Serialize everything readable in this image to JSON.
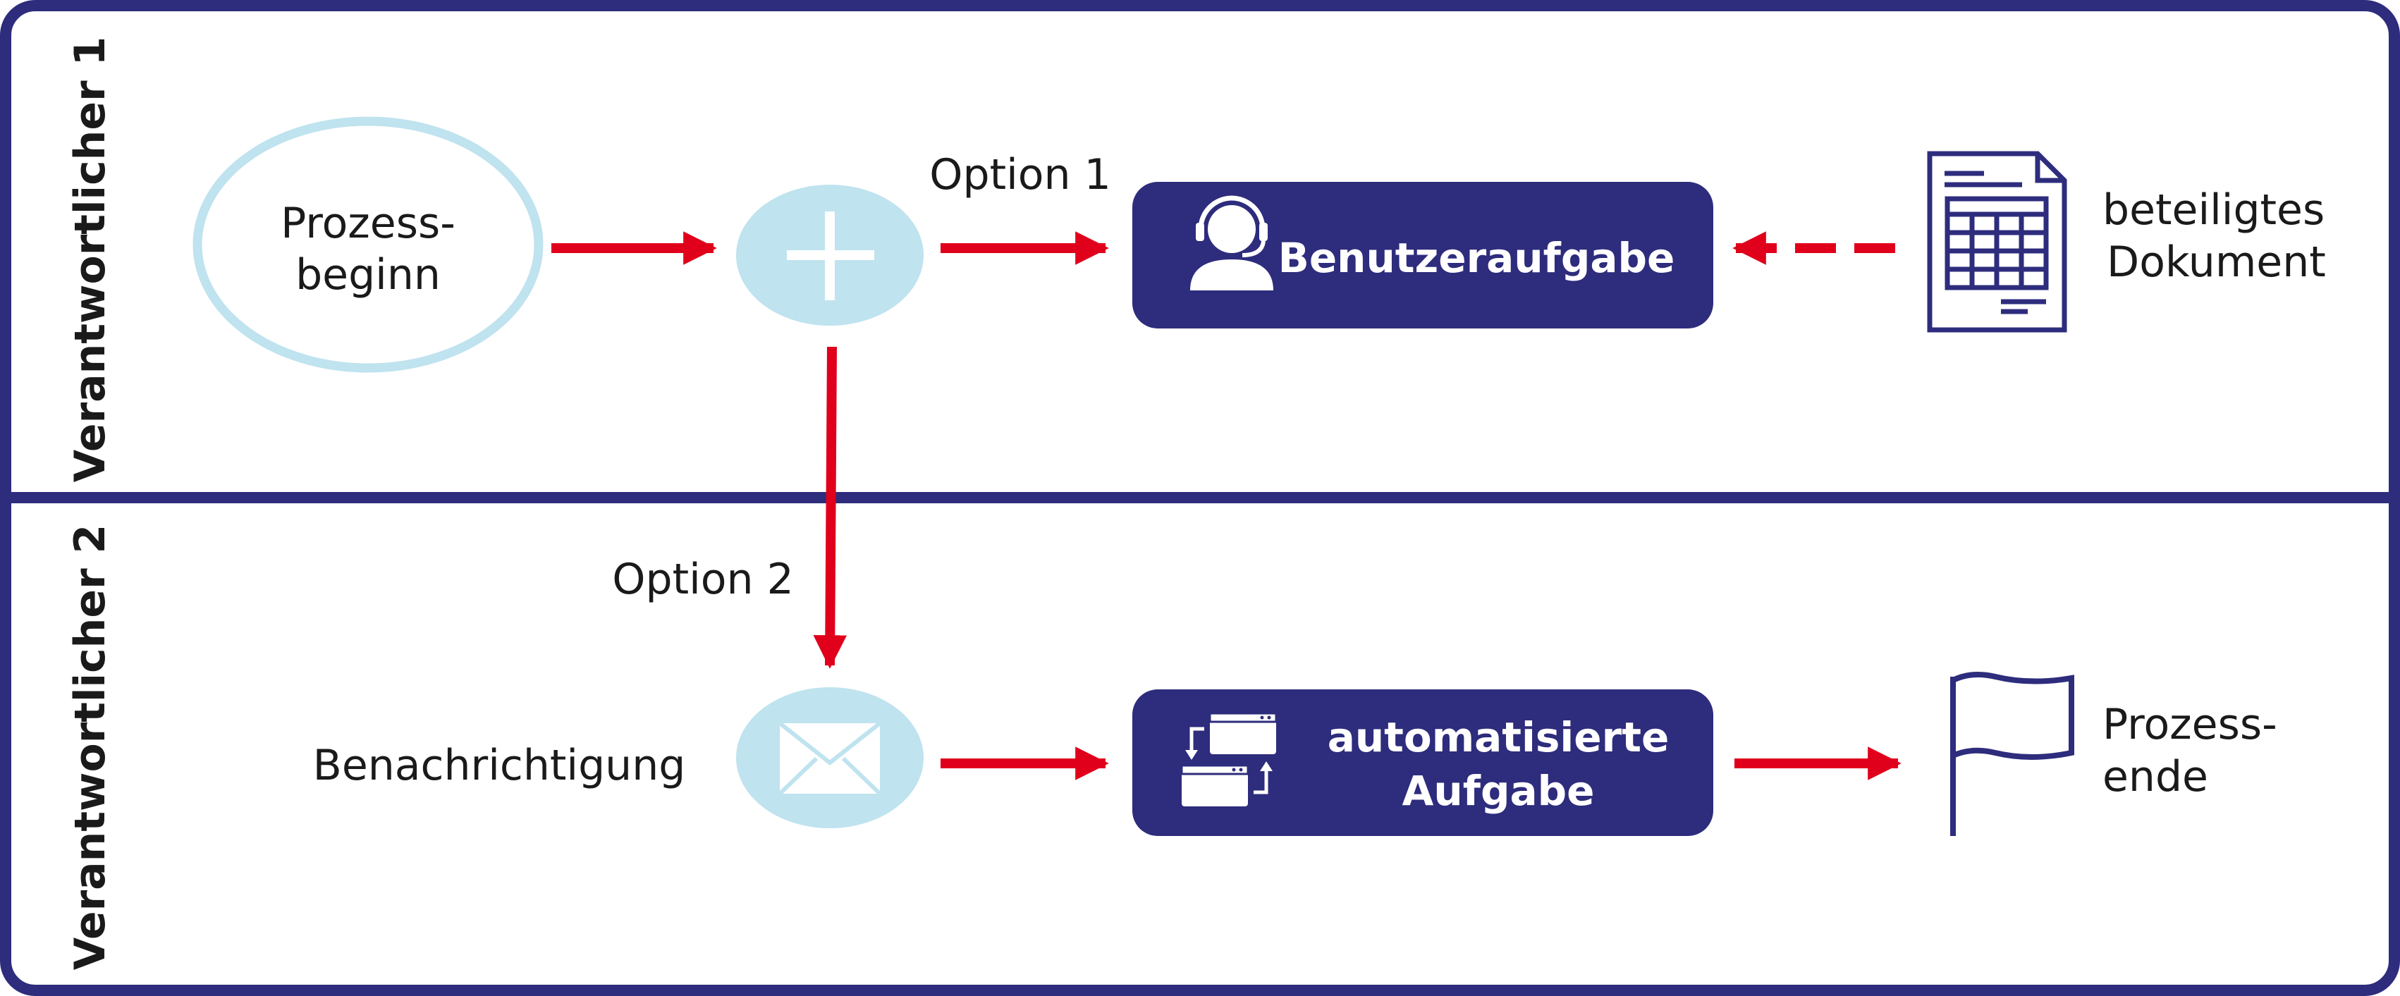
{
  "colors": {
    "frame": "#2e2c7c",
    "task_fill": "#2e2c7c",
    "light_shape": "#bfe3ef",
    "arrow": "#e0001b",
    "text": "#1a1a1a"
  },
  "lanes": [
    {
      "label": "Verantwortlicher 1"
    },
    {
      "label": "Verantwortlicher 2"
    }
  ],
  "start_event": {
    "label_line1": "Prozess-",
    "label_line2": "beginn"
  },
  "gateway": {
    "icon": "plus-icon"
  },
  "option1_label": "Option 1",
  "option2_label": "Option 2",
  "user_task": {
    "label": "Benutzeraufgabe",
    "icon": "headset-user-icon"
  },
  "document": {
    "label_line1": "beteiligtes",
    "label_line2": "Dokument",
    "icon": "document-table-icon"
  },
  "notification": {
    "label": "Benachrichtigung",
    "icon": "envelope-icon"
  },
  "auto_task": {
    "label_line1": "automatisierte",
    "label_line2": "Aufgabe",
    "icon": "windows-sync-icon"
  },
  "end_event": {
    "label_line1": "Prozess-",
    "label_line2": "ende",
    "icon": "flag-icon"
  }
}
